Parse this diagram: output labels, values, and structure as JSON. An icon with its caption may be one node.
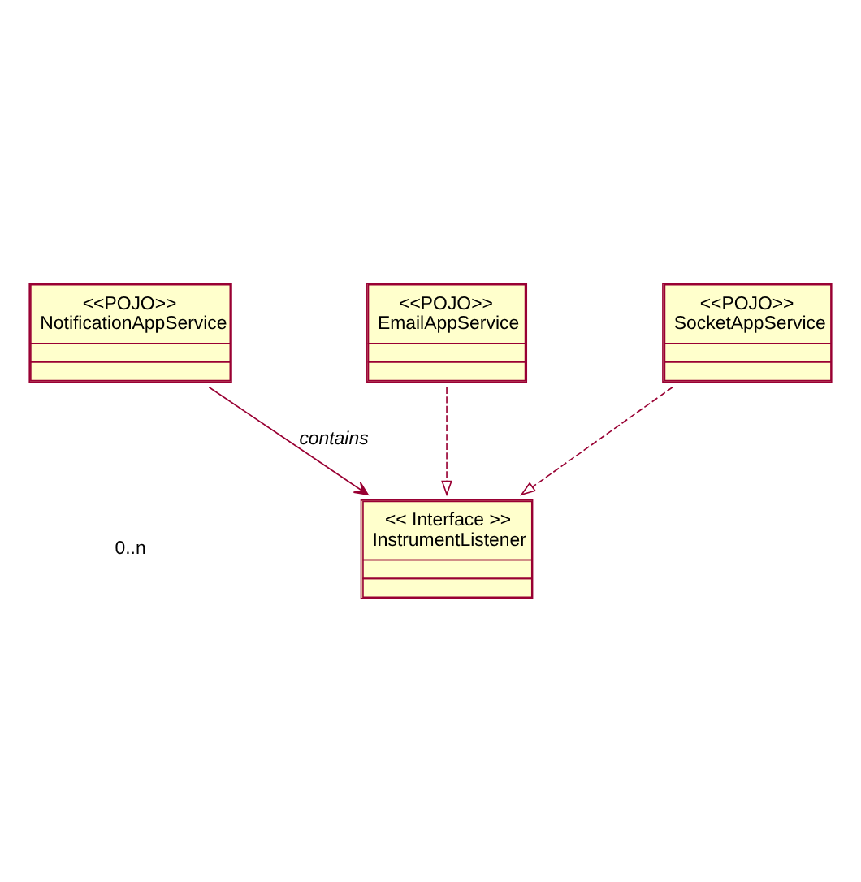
{
  "diagram": {
    "nodes": [
      {
        "text": [
          "<<POJO>>",
          "NotificationAppService"
        ]
      },
      {
        "text": [
          "<< Interface >>",
          "InstrumentListener"
        ]
      },
      {
        "text": [
          "<<POJO>>",
          "EmailAppService"
        ]
      },
      {
        "text": [
          "<<POJO>>",
          "SocketAppService"
        ]
      }
    ],
    "edges": [
      {
        "from": 0,
        "to": 1,
        "arrow": "to",
        "label": "contains"
      },
      {
        "from": 2,
        "to": 1,
        "arrow": "to",
        "style": "dashed"
      },
      {
        "from": 3,
        "to": 1,
        "arrow": "to",
        "style": "dashed"
      }
    ],
    "labels": [
      "0..n"
    ]
  }
}
